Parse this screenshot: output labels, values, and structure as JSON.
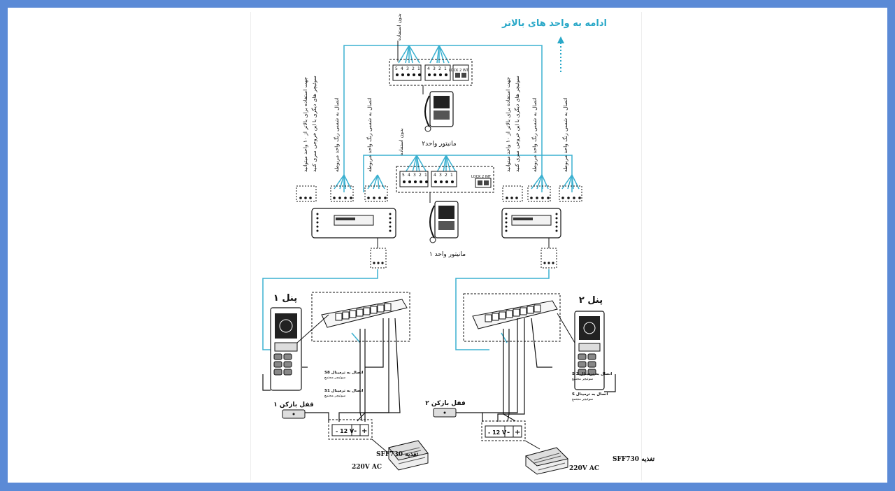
{
  "top_note": "ادامه به واحد های بالاتر",
  "unused_top": "بدون استفاده",
  "unused_mid": "بدون استفاده",
  "monitor1": "مانیتور واحد ۱",
  "monitor2": "مانیتور واحد۲",
  "left_labels": {
    "l1": "جهت استفاده برای بالاتر از ۱۰ واحد میتوانید",
    "l2": "سوئیچر های دیگری با این خروجی سری کنید",
    "l3": "اتصال به شسی رنگ واحد مربوطه",
    "l4": "اتصال به شسی رنگ واحد مربوطه"
  },
  "right_labels": {
    "r1": "جهت استفاده برای بالاتر از ۱۰ واحد میتوانید",
    "r2": "سوئیچر های دیگری با این خروجی سری کنید",
    "r3": "اتصال به شسی رنگ واحد مربوطه",
    "r4": "اتصال به شسی رنگ واحد مربوطه"
  },
  "panel1": "پنل ۱",
  "panel2": "پنل ۲",
  "lock1": "قفل بازکن ۱",
  "lock2": "قفل بازکن ۲",
  "power_left": "تغذیه SFF730",
  "power_right": "تغذیه SFF730",
  "ac_left": "220V AC",
  "ac_right": "220V AC",
  "psu_left": [
    "- 12 V",
    "-",
    "+"
  ],
  "psu_right": [
    "- 12 V",
    "-",
    "+"
  ],
  "s8_left_title": "اتصال به ترمینال S8",
  "s8_left_sub": "سوئیچر مجتمع",
  "s1_left_title": "اتصال به ترمینال S1",
  "s1_left_sub": "سوئیچر مجتمع",
  "s2_right_title": "اتصال به ترمینال S 2",
  "s2_right_sub": "سوئیچر مجتمع",
  "s9_right_title": "اتصال به ترمینال S",
  "s9_right_sub": "سوئیچر مجتمع",
  "monitor_term_top": [
    "5",
    "4",
    "3",
    "2",
    "1",
    "4",
    "3",
    "2",
    "1",
    "LOCK 2 INT"
  ],
  "monitor_term_mid": [
    "5",
    "4",
    "3",
    "2",
    "1",
    "4",
    "3",
    "2",
    "1",
    "LOCK 2 INT"
  ],
  "colors": {
    "frame": "#5b8ad6",
    "wire": "#3ab0d0",
    "accent_text": "#2aa8c8"
  }
}
